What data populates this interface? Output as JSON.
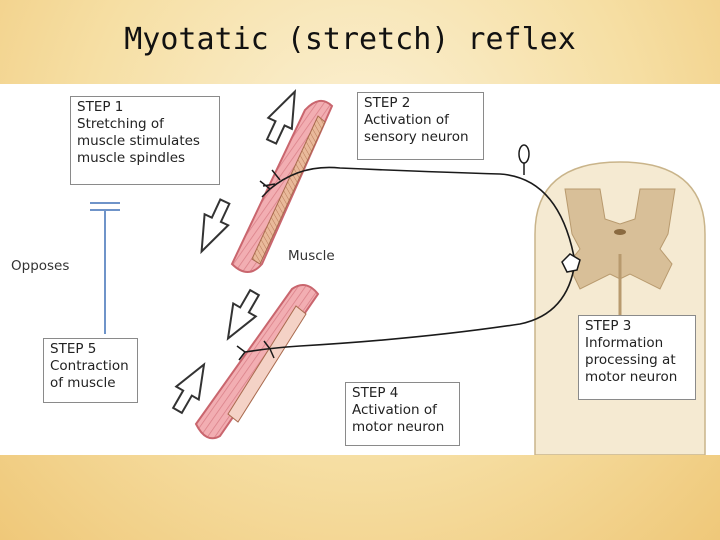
{
  "title": "Myotatic (stretch) reflex",
  "steps": [
    {
      "lines": [
        "STEP 1",
        "Stretching of",
        "muscle stimulates",
        "muscle spindles"
      ]
    },
    {
      "lines": [
        "STEP 2",
        "Activation of",
        "sensory neuron"
      ]
    },
    {
      "lines": [
        "STEP 3",
        "Information",
        "processing at",
        "motor neuron"
      ]
    },
    {
      "lines": [
        "STEP 4",
        "Activation of",
        "motor neuron"
      ]
    },
    {
      "lines": [
        "STEP 5",
        "Contraction",
        "of muscle"
      ]
    }
  ],
  "labels": {
    "muscle": "Muscle",
    "opposes": "Opposes"
  },
  "colors": {
    "muscle_fill": "#f0a3a8",
    "muscle_stroke": "#c9666e",
    "spinal_cord": "#f5ead2",
    "gray_matter": "#d8bf98",
    "neuron": "#1a1a1a",
    "opposes_line": "#6f94c9"
  }
}
